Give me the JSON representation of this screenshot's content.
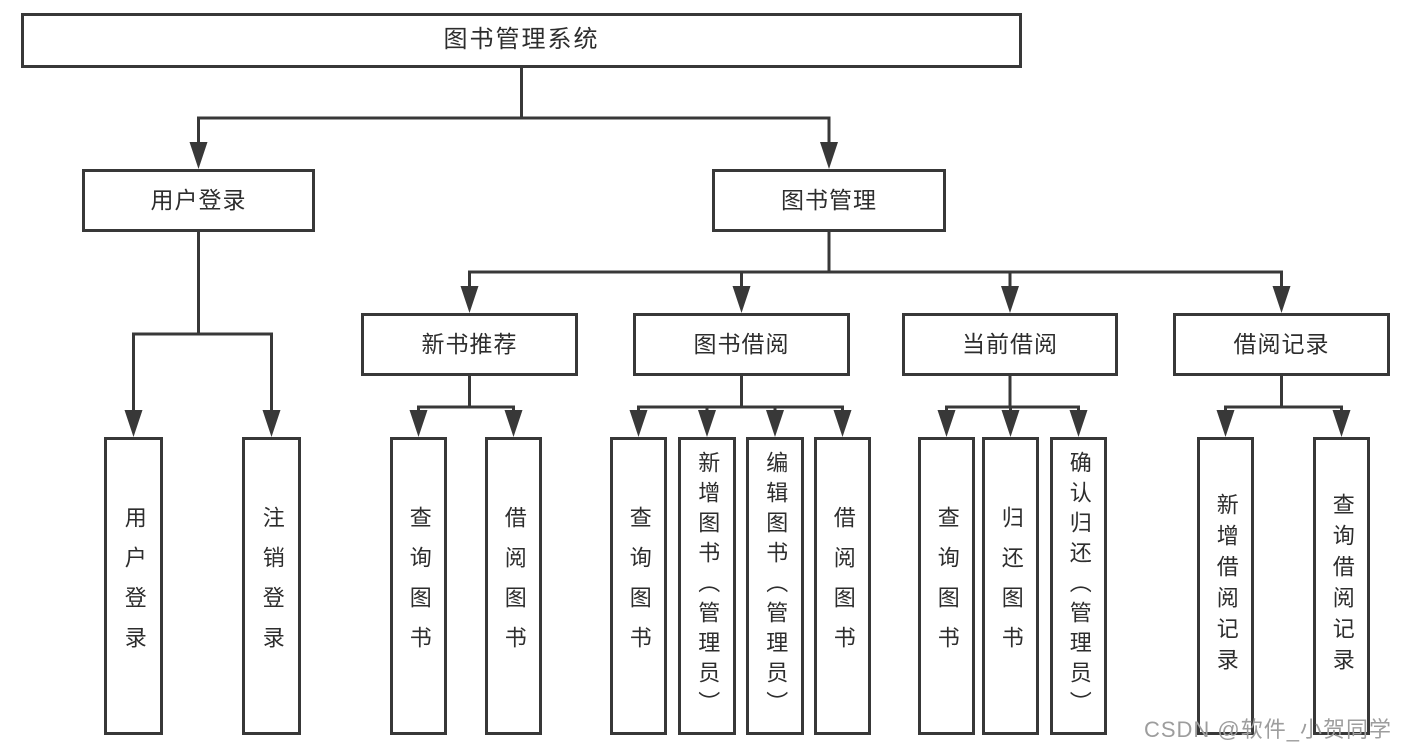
{
  "colors": {
    "line": "#383838",
    "box_border": "#383838",
    "box_background": "#ffffff",
    "text": "#2d2d2d",
    "watermark": "#9d9d9d"
  },
  "tree": {
    "root": "图书管理系统",
    "branches": [
      {
        "label": "用户登录",
        "children": [
          "用户登录",
          "注销登录"
        ]
      },
      {
        "label": "图书管理",
        "sections": [
          {
            "label": "新书推荐",
            "children": [
              "查询图书",
              "借阅图书"
            ]
          },
          {
            "label": "图书借阅",
            "children": [
              "查询图书",
              "新增图书（管理员）",
              "编辑图书（管理员）",
              "借阅图书"
            ]
          },
          {
            "label": "当前借阅",
            "children": [
              "查询图书",
              "归还图书",
              "确认归还（管理员）"
            ]
          },
          {
            "label": "借阅记录",
            "children": [
              "新增借阅记录",
              "查询借阅记录"
            ]
          }
        ]
      }
    ]
  },
  "watermark": "CSDN @软件_小贺同学"
}
